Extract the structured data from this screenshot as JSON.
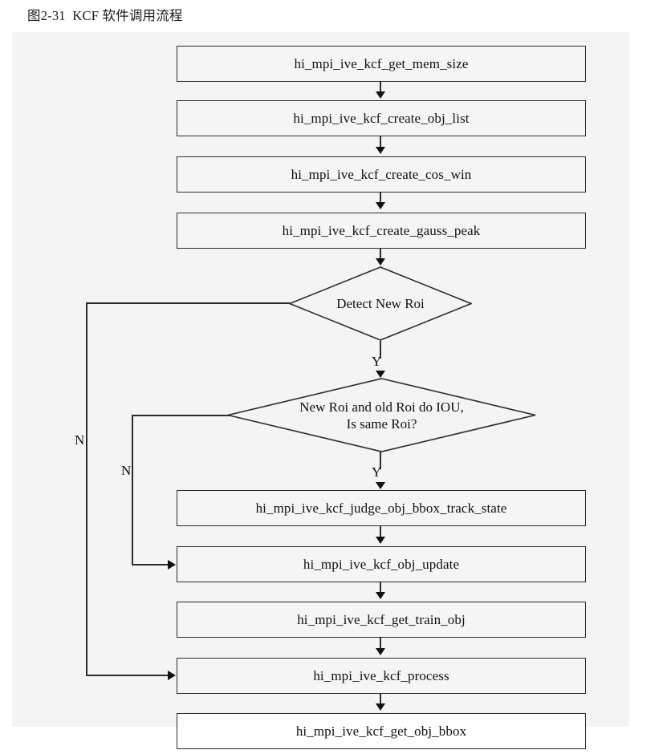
{
  "figure": {
    "caption": "图2-31  KCF 软件调用流程",
    "background_color": "#f4f4f4",
    "page_color": "#ffffff",
    "node_fill": "#f5f5f5",
    "stroke_color": "#2b2b2b",
    "text_color": "#111111"
  },
  "chart_data": {
    "type": "diagram",
    "diagram_kind": "flowchart",
    "title": "图2-31  KCF 软件调用流程",
    "nodes": [
      {
        "id": "n1",
        "shape": "process",
        "label": "hi_mpi_ive_kcf_get_mem_size"
      },
      {
        "id": "n2",
        "shape": "process",
        "label": "hi_mpi_ive_kcf_create_obj_list"
      },
      {
        "id": "n3",
        "shape": "process",
        "label": "hi_mpi_ive_kcf_create_cos_win"
      },
      {
        "id": "n4",
        "shape": "process",
        "label": "hi_mpi_ive_kcf_create_gauss_peak"
      },
      {
        "id": "d1",
        "shape": "decision",
        "label": "Detect New Roi"
      },
      {
        "id": "d2",
        "shape": "decision",
        "label": "New Roi and old Roi do IOU,\nIs same Roi?"
      },
      {
        "id": "n5",
        "shape": "process",
        "label": "hi_mpi_ive_kcf_judge_obj_bbox_track_state"
      },
      {
        "id": "n6",
        "shape": "process",
        "label": "hi_mpi_ive_kcf_obj_update"
      },
      {
        "id": "n7",
        "shape": "process",
        "label": "hi_mpi_ive_kcf_get_train_obj"
      },
      {
        "id": "n8",
        "shape": "process",
        "label": "hi_mpi_ive_kcf_process"
      },
      {
        "id": "n9",
        "shape": "process",
        "label": "hi_mpi_ive_kcf_get_obj_bbox"
      }
    ],
    "edges": [
      {
        "from": "n1",
        "to": "n2",
        "label": ""
      },
      {
        "from": "n2",
        "to": "n3",
        "label": ""
      },
      {
        "from": "n3",
        "to": "n4",
        "label": ""
      },
      {
        "from": "n4",
        "to": "d1",
        "label": ""
      },
      {
        "from": "d1",
        "to": "d2",
        "label": "Y"
      },
      {
        "from": "d1",
        "to": "n8",
        "label": "N"
      },
      {
        "from": "d2",
        "to": "n5",
        "label": "Y"
      },
      {
        "from": "d2",
        "to": "n6",
        "label": "N"
      },
      {
        "from": "n5",
        "to": "n6",
        "label": ""
      },
      {
        "from": "n6",
        "to": "n7",
        "label": ""
      },
      {
        "from": "n7",
        "to": "n8",
        "label": ""
      },
      {
        "from": "n8",
        "to": "n9",
        "label": ""
      }
    ],
    "branch_labels": {
      "yes": "Y",
      "no": "N"
    }
  }
}
